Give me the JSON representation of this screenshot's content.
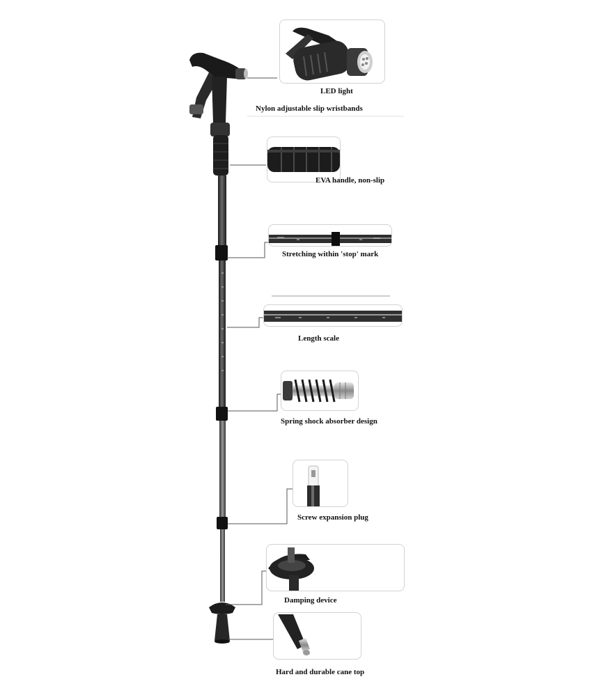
{
  "labels": {
    "led_light": "LED light",
    "wristbands": "Nylon adjustable slip wristbands",
    "eva_handle": "EVA handle, non-slip",
    "stretching": "Stretching within 'stop' mark",
    "length_scale": "Length scale",
    "spring": "Spring shock absorber design",
    "screw_plug": "Screw expansion plug",
    "damping": "Damping device",
    "cane_top": "Hard and durable cane top"
  },
  "colors": {
    "pole": "#3a3a3a",
    "grip": "#1e1e1e",
    "metal": "#b5b5b5",
    "leader": "#555555",
    "panel_border": "#d2d2d2"
  }
}
